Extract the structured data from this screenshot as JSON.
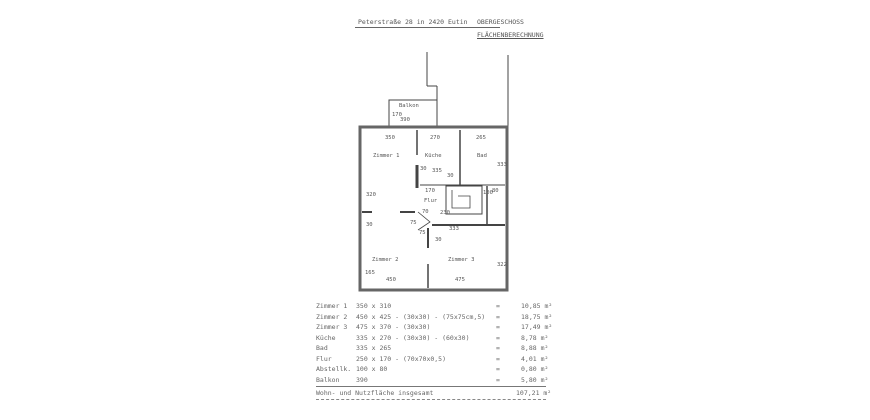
{
  "header": {
    "address": "Peterstraße 28 in 2420 Eutin",
    "floor": "OBERGESCHOSS",
    "subtitle": "FLÄCHENBERECHNUNG"
  },
  "plan": {
    "balcony": "Balkon",
    "balcony_dims": [
      "170",
      "390"
    ],
    "rooms": {
      "zimmer1": "Zimmer 1",
      "kueche": "Küche",
      "bad": "Bad",
      "flur": "Flur",
      "zimmer2": "Zimmer 2",
      "zimmer3": "Zimmer 3"
    },
    "dims": {
      "z1_w": "350",
      "k_w": "270",
      "b_w": "265",
      "z1_h": "320",
      "b_h": "333",
      "flur_w": "170",
      "flur_h": "230",
      "k_h": "335",
      "stair_w": "100",
      "abst": "80",
      "d30a": "30",
      "d30b": "30",
      "d30c": "30",
      "d30d": "30",
      "d75a": "75",
      "d75b": "75",
      "d70": "70",
      "z2_w": "450",
      "z3_w": "475",
      "z2_h": "165",
      "z3_h": "322",
      "z2b": "333"
    }
  },
  "table": {
    "rows": [
      {
        "name": "Zimmer 1",
        "calc": "350 x 310",
        "eq": "=",
        "area": "10,85 m²"
      },
      {
        "name": "Zimmer 2",
        "calc": "450 x 425 - (30x30) - (75x75cm,5)",
        "eq": "=",
        "area": "18,75 m²"
      },
      {
        "name": "Zimmer 3",
        "calc": "475 x 370 - (30x30)",
        "eq": "=",
        "area": "17,49 m²"
      },
      {
        "name": "Küche",
        "calc": "335 x 270 - (30x30) - (60x30)",
        "eq": "=",
        "area": "8,78 m²"
      },
      {
        "name": "Bad",
        "calc": "335 x 265",
        "eq": "=",
        "area": "8,88 m²"
      },
      {
        "name": "Flur",
        "calc": "250 x 170 - (70x70x0,5)",
        "eq": "=",
        "area": "4,01 m²"
      },
      {
        "name": "Abstellk.",
        "calc": "100 x 80",
        "eq": "=",
        "area": "0,80 m²"
      },
      {
        "name": "Balkon",
        "calc": "390",
        "eq": "=",
        "area": "5,80 m²"
      }
    ],
    "total_label": "Wohn- und Nutzfläche insgesamt",
    "total": "107,21 m²"
  }
}
